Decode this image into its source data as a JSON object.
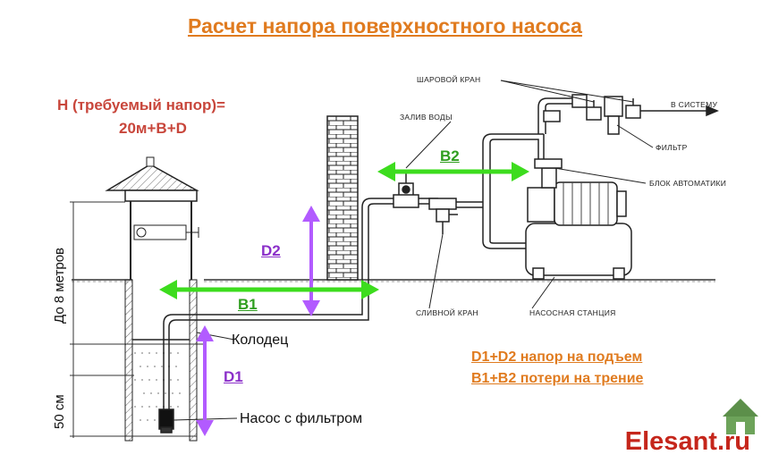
{
  "title": "Расчет напора поверхностного насоса",
  "formula": {
    "line1": "H (требуемый напор)=",
    "line2": "20м+B+D"
  },
  "labels": {
    "d1": "D1",
    "d2": "D2",
    "b1": "B1",
    "b2": "B2"
  },
  "legend": {
    "line1": "D1+D2 напор на подъем",
    "line2": "B1+B2 потери на трение"
  },
  "callouts": {
    "ball_valve": "ШАРОВОЙ КРАН",
    "water_fill": "ЗАЛИВ ВОДЫ",
    "to_system": "В СИСТЕМУ",
    "filter": "ФИЛЬТР",
    "automation": "БЛОК АВТОМАТИКИ",
    "drain_valve": "СЛИВНОЙ КРАН",
    "pump_station": "НАСОСНАЯ СТАНЦИЯ"
  },
  "annotations": {
    "well": "Колодец",
    "pump_filter": "Насос с фильтром",
    "depth_8m": "До 8 метров",
    "depth_50cm": "50 см"
  },
  "brand": "Elesant.ru",
  "colors": {
    "title": "#e07b1f",
    "formula": "#c8463b",
    "purple_arrow": "#b25bff",
    "green_arrow": "#3ddc1e",
    "brand": "#c5261b"
  }
}
